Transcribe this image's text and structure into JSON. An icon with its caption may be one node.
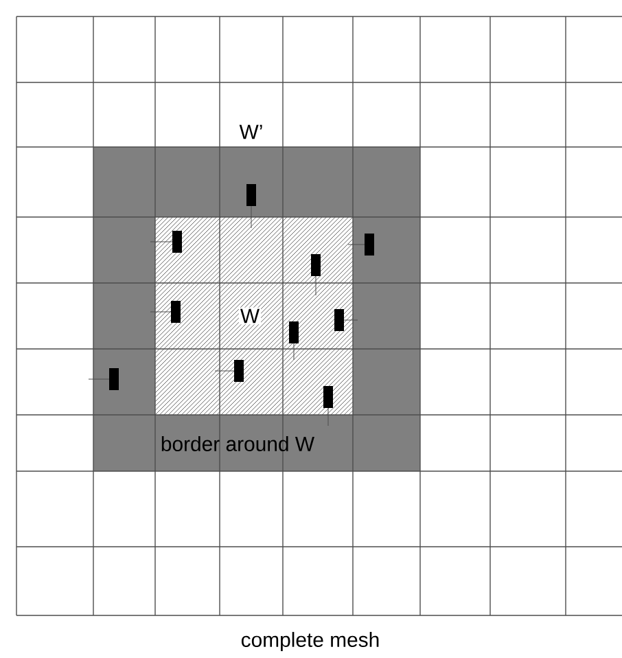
{
  "diagram": {
    "caption": "complete mesh",
    "nodes": [
      {
        "text": [
          "W’",
          "border around W"
        ]
      },
      {
        "text": [
          "W"
        ],
        "in": 0
      }
    ]
  }
}
